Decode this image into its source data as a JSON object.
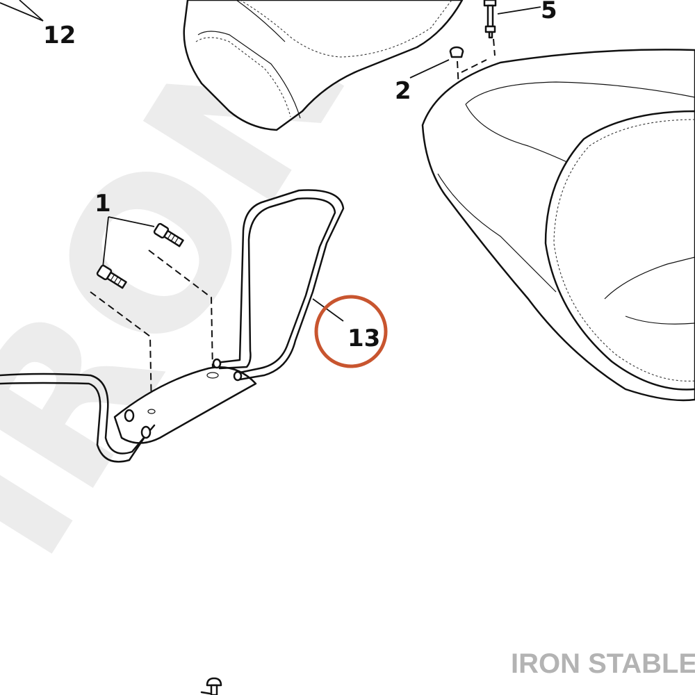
{
  "watermark": "IRONSTABLE",
  "brand": "IRON STABLE",
  "highlight_color": "#c8552f",
  "callouts": {
    "c12": "12",
    "c5": "5",
    "c2": "2",
    "c1": "1",
    "c13": "13"
  },
  "icons": [
    "socket-head-screw-icon",
    "acorn-nut-icon",
    "stud-bolt-icon",
    "pan-head-screw-icon"
  ]
}
